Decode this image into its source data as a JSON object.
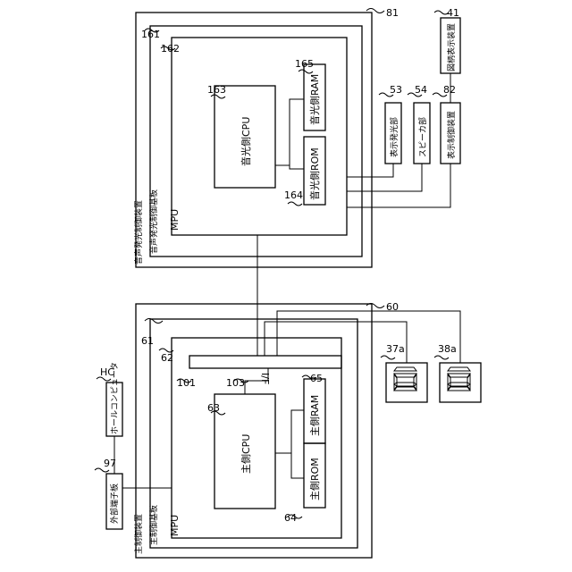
{
  "labels": {
    "main_control_device": "主制御装置",
    "main_control_board": "主制御基板",
    "main_mpu": "MPU",
    "main_cpu": "主側CPU",
    "main_rom": "主側ROM",
    "main_ram": "主側RAM",
    "if": "I/F",
    "external_terminal_board": "外部端子板",
    "hall_computer": "ホールコンピュータ",
    "sound_light_device": "音声発光制御装置",
    "sound_light_board": "音声発光制御基板",
    "sound_mpu": "MPU",
    "sound_cpu": "音光側CPU",
    "sound_rom": "音光側ROM",
    "sound_ram": "音光側RAM",
    "display_light_unit": "表示発光部",
    "speaker_unit": "スピーカ部",
    "display_control_device": "表示制御装置",
    "symbol_display_device": "図柄表示装置"
  },
  "refs": {
    "r60": "60",
    "r61": "61",
    "r62": "62",
    "r63": "63",
    "r64": "64",
    "r65": "65",
    "r101": "101",
    "r103": "103",
    "r97": "97",
    "rHC": "HC",
    "r37a": "37a",
    "r38a": "38a",
    "r81": "81",
    "r161": "161",
    "r162": "162",
    "r163": "163",
    "r164": "164",
    "r165": "165",
    "r53": "53",
    "r54": "54",
    "r82": "82",
    "r41": "41"
  }
}
